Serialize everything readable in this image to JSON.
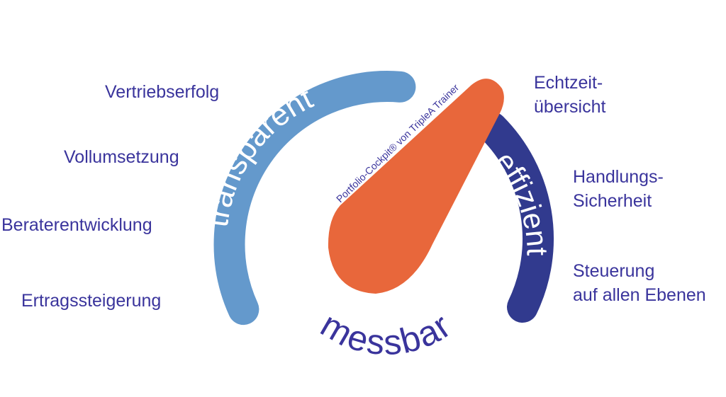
{
  "colors": {
    "text": "#3a349c",
    "arc_light": "#6499cc",
    "arc_dark": "#313a8e",
    "needle": "#e8673b"
  },
  "gauge": {
    "left_arc_label": "transparent",
    "right_arc_label": "effizient",
    "bottom_label": "messbar",
    "needle_label": "Portfolio-Cockpit® von TripleA Trainer"
  },
  "left_labels": [
    "Vertriebserfolg",
    "Vollumsetzung",
    "Beraterentwicklung",
    "Ertragssteigerung"
  ],
  "right_labels": [
    {
      "line1": "Echtzeit-",
      "line2": "übersicht"
    },
    {
      "line1": "Handlungs-",
      "line2": "Sicherheit"
    },
    {
      "line1": "Steuerung",
      "line2": "auf allen Ebenen"
    }
  ]
}
